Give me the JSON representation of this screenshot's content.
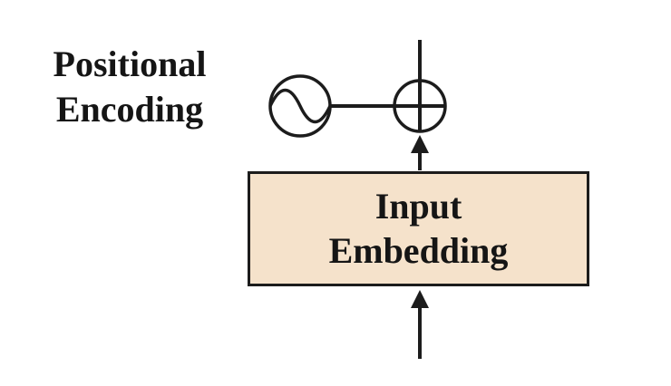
{
  "diagram": {
    "labels": {
      "positional_encoding_line1": "Positional",
      "positional_encoding_line2": "Encoding",
      "input_embedding_line1": "Input",
      "input_embedding_line2": "Embedding"
    },
    "icons": {
      "positional_encoding_symbol": "sine-wave-circle-icon",
      "addition_symbol": "plus-circle-icon",
      "flow_arrows": "arrow-up-icon"
    },
    "colors": {
      "background": "#ffffff",
      "box_fill": "#f5e2cb",
      "stroke": "#1c1c1c",
      "text": "#151515"
    }
  }
}
